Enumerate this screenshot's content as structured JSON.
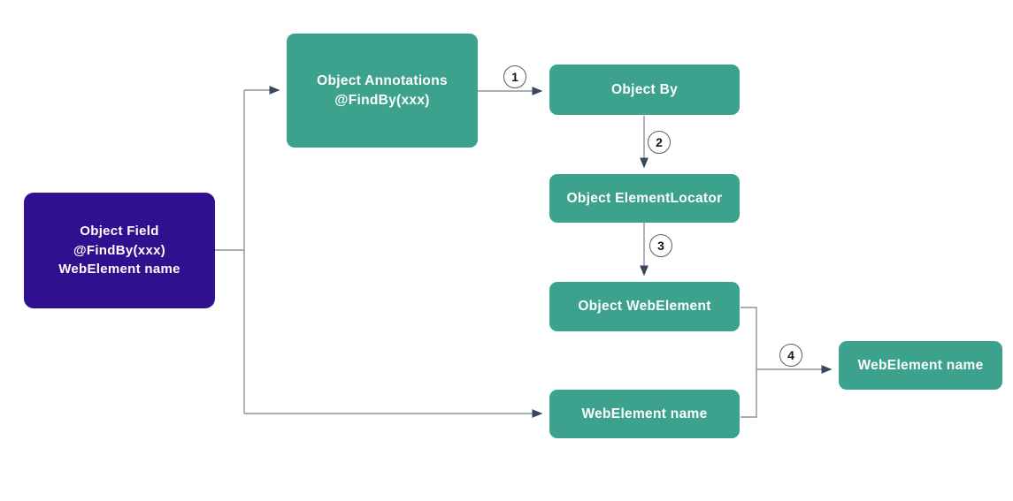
{
  "colors": {
    "background": "#ffffff",
    "teal": "#3CA28D",
    "purple": "#311090",
    "line": "#8a93a1",
    "arrow": "#3a4659",
    "circle_border": "#5a5f66",
    "circle_text": "#151515",
    "box_text": "#ffffff"
  },
  "nodes": {
    "object_field": {
      "line1": "Object Field",
      "line2": "@FindBy(xxx)",
      "line3": "WebElement name"
    },
    "object_annotations": {
      "line1": "Object Annotations",
      "line2": "@FindBy(xxx)"
    },
    "object_by": {
      "label": "Object By"
    },
    "object_elementlocator": {
      "label": "Object ElementLocator"
    },
    "object_webelement": {
      "label": "Object WebElement"
    },
    "webelement_name_bottom": {
      "label": "WebElement name"
    },
    "webelement_name_right": {
      "label": "WebElement name"
    }
  },
  "steps": {
    "s1": "1",
    "s2": "2",
    "s3": "3",
    "s4": "4"
  }
}
